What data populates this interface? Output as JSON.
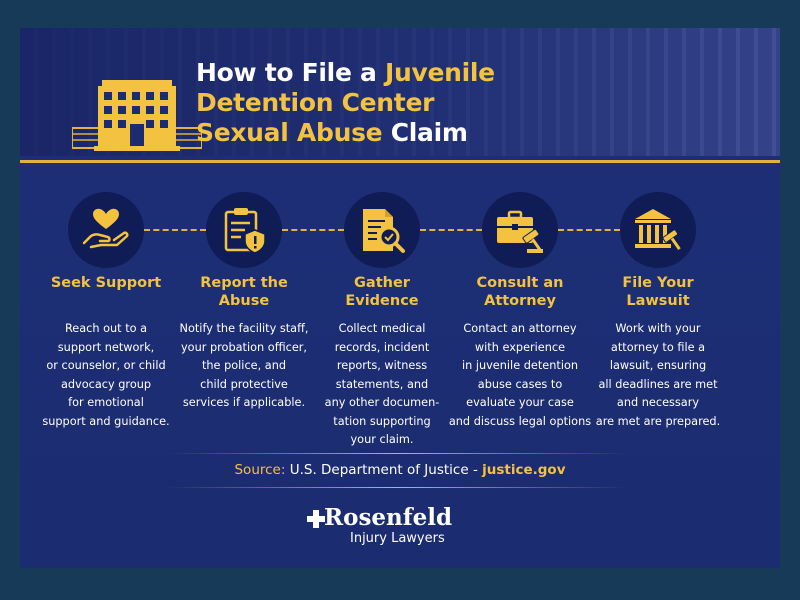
{
  "title": {
    "line1_white": "How to File a ",
    "line1_gold": "Juvenile",
    "line2_gold": "Detention Center",
    "line3_gold": "Sexual Abuse",
    "line3_white": " Claim"
  },
  "colors": {
    "navy": "#1c2c70",
    "gold": "#f2c240",
    "dark_circle": "#101c55",
    "frame": "#163a57"
  },
  "steps": [
    {
      "icon": "heart-hand-icon",
      "title": [
        "Seek Support"
      ],
      "desc": [
        "Reach out to a",
        "support network,",
        "or counselor, or child",
        "advocacy group",
        "for emotional",
        "support and guidance."
      ]
    },
    {
      "icon": "clipboard-shield-icon",
      "title": [
        "Report the",
        "Abuse"
      ],
      "desc": [
        "Notify the facility staff,",
        "your probation officer,",
        "the police, and",
        "child protective",
        "services if applicable."
      ]
    },
    {
      "icon": "document-magnifier-icon",
      "title": [
        "Gather",
        "Evidence"
      ],
      "desc": [
        "Collect medical",
        "records, incident",
        "reports, witness",
        "statements, and",
        "any other documen-",
        "tation supporting",
        "your claim."
      ]
    },
    {
      "icon": "briefcase-gavel-icon",
      "title": [
        "Consult an",
        "Attorney"
      ],
      "desc": [
        "Contact an attorney",
        "with experience",
        "in juvenile detention",
        "abuse cases  to",
        "evaluate your case",
        "and discuss legal options"
      ]
    },
    {
      "icon": "courthouse-gavel-icon",
      "title": [
        "File Your",
        "Lawsuit"
      ],
      "desc": [
        "Work with your",
        "attorney to file a",
        "lawsuit, ensuring",
        "all deadlines are met",
        "and necessary",
        "are met are prepared."
      ]
    }
  ],
  "source": {
    "label": "Source:",
    "text": " U.S. Department of Justice - ",
    "link": "justice.gov"
  },
  "logo": {
    "name": "Rosenfeld",
    "sub": "Injury Lawyers"
  }
}
